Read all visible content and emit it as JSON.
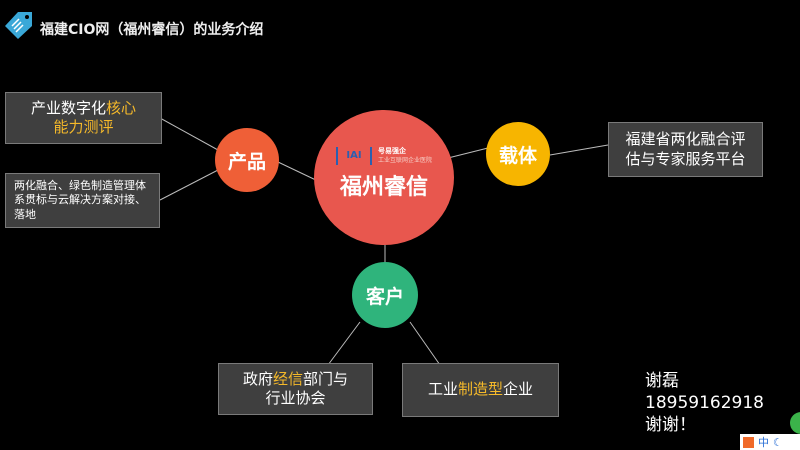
{
  "header": {
    "title": "福建CIO网（福州睿信）的业务介绍",
    "icon": "tag-icon"
  },
  "center": {
    "label": "福州睿信",
    "logo_line1": "号易强企",
    "logo_line2": "工业互联网企业医院",
    "color": "#e8574e"
  },
  "product": {
    "label": "产品",
    "color": "#ef5f37"
  },
  "carrier": {
    "label": "载体",
    "color": "#f7b500"
  },
  "customer": {
    "label": "客户",
    "color": "#2fb47c"
  },
  "boxes": {
    "core_a": "产业数字化",
    "core_b": "核心",
    "core_c": "能力测评",
    "twofusion": "两化融合、绿色制造管理体系贯标与云解决方案对接、落地",
    "platform": "福建省两化融合评估与专家服务平台",
    "gov_a": "政府",
    "gov_b": "经信",
    "gov_c": "部门与行业协会",
    "ind_a": "工业",
    "ind_b": "制造型",
    "ind_c": "企业"
  },
  "contact": {
    "name": "谢磊",
    "phone": "18959162918",
    "thanks": "谢谢！"
  },
  "ime": {
    "zh": "中"
  }
}
